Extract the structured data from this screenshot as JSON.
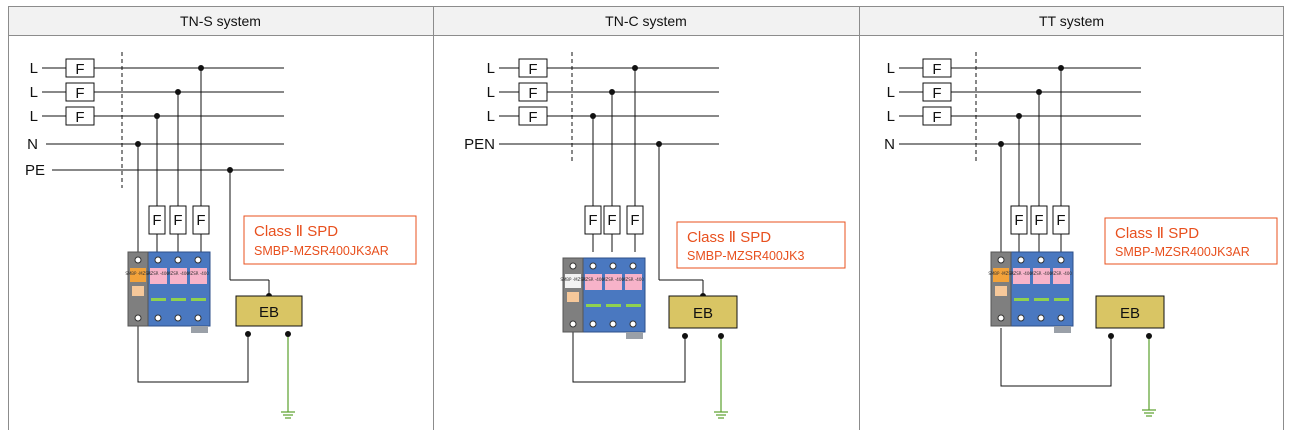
{
  "colors": {
    "accent_spd": "#e8501e",
    "eb_fill": "#d9c564",
    "ground": "#5aa02c",
    "module_blue": "#4a78c0"
  },
  "panels": [
    {
      "title": "TN-S system",
      "lines": [
        "L",
        "L",
        "L",
        "N",
        "PE"
      ],
      "fuse_label": "F",
      "spd_class": "Class Ⅱ SPD",
      "spd_model": "SMBP-MZSR400JK3AR",
      "eb_label": "EB",
      "module_labels": [
        "SMBP -MZSR",
        "MZSR -400",
        "MZSR -400",
        "MZSR -400"
      ]
    },
    {
      "title": "TN-C system",
      "lines": [
        "L",
        "L",
        "L",
        "PEN"
      ],
      "fuse_label": "F",
      "spd_class": "Class Ⅱ SPD",
      "spd_model": "SMBP-MZSR400JK3",
      "eb_label": "EB",
      "module_labels": [
        "SMBP -MZSR",
        "MZSR -400",
        "MZSR -400",
        "MZSR -400"
      ]
    },
    {
      "title": "TT system",
      "lines": [
        "L",
        "L",
        "L",
        "N"
      ],
      "fuse_label": "F",
      "spd_class": "Class Ⅱ SPD",
      "spd_model": "SMBP-MZSR400JK3AR",
      "eb_label": "EB",
      "module_labels": [
        "SMBP -MZSR",
        "MZSR -400",
        "MZSR -400",
        "MZSR -400"
      ]
    }
  ]
}
